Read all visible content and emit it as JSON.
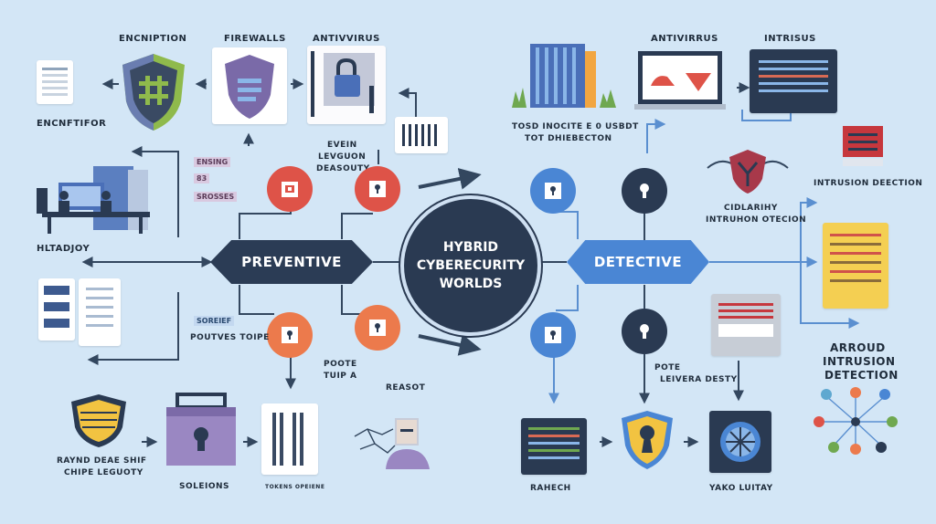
{
  "hub": {
    "line1": "HYBRID",
    "line2": "CYBERECURITY",
    "line3": "WORLDS"
  },
  "left_panel": {
    "title": "PREVENTIVE"
  },
  "right_panel": {
    "title": "DETECTIVE"
  },
  "labels": {
    "encryption_top": "ENCNIPTION",
    "firewalls": "FIREWALLS",
    "antivirus_left": "ANTIVVIRUS",
    "encryption_left": "ENCNFTIFOR",
    "hltadoy": "HLTADJOY",
    "center_top_1": "EVEIN",
    "center_top_2": "LEVGUON",
    "center_top_3": "DEASOUTY",
    "tag_1": "ENSING",
    "tag_2": "83",
    "tag_3": "SROSSES",
    "tag_4": "SOREIEF",
    "poutves": "POUTVES TOIPE",
    "center_bottom_1": "POOTE",
    "center_bottom_2": "TUIP A",
    "reasot": "REASOT",
    "raynd_1": "RAYND DEAE SHIF",
    "raynd_2": "CHIPE LEGUOTY",
    "soleions": "SOLEIONS",
    "tiny_box": "TOKENS OPEIENE",
    "antivirus_right": "ANTIVIRRUS",
    "intrisus": "INTRISUS",
    "tosd_1": "TOSD INOCITE E 0 USBDT",
    "tosd_2": "TOT DHIEBECTON",
    "intrusion_detection_right": "INTRUSION DEECTION",
    "cidlarihy_1": "CIDLARIHY",
    "cidlarihy_2": "INTRUHON OTECION",
    "right_bottom_1": "POTE",
    "right_bottom_2": "LEIVERA DESTY",
    "arroud_1": "ARROUD",
    "arroud_2": "INTRUSION",
    "arroud_3": "DETECTION",
    "rahech": "RAHECH",
    "yako": "YAKO LUITAY"
  },
  "colors": {
    "background": "#d3e6f6",
    "navy": "#2a3a52",
    "blue": "#4a86d4",
    "red": "#de5348",
    "orange": "#ec7a4c",
    "wire": "#33475f",
    "wire_blue": "#5a8fd0"
  },
  "icons": [
    "shield-icon",
    "lock-icon",
    "keyhole-icon",
    "server-icon",
    "monitor-icon",
    "document-icon",
    "network-icon",
    "people-icon",
    "firewall-icon",
    "laptop-icon"
  ]
}
